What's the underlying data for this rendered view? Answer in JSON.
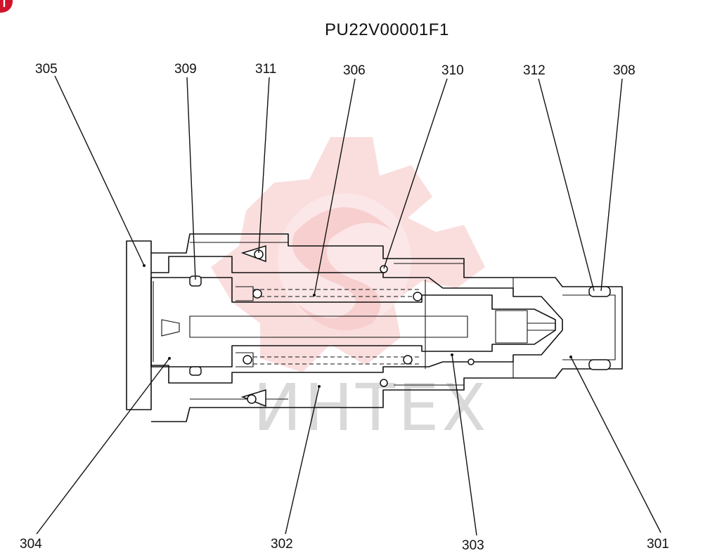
{
  "drawing": {
    "code": "PU22V00001F1",
    "watermark_text": "ИНТЕХ",
    "corner_badge_icon": "red-circle-badge-icon",
    "watermark_icon": "gear-logo-icon",
    "watermark_color": "#f2b8b8"
  },
  "callouts": [
    {
      "id": "305",
      "label": "305"
    },
    {
      "id": "309",
      "label": "309"
    },
    {
      "id": "311",
      "label": "311"
    },
    {
      "id": "306",
      "label": "306"
    },
    {
      "id": "310",
      "label": "310"
    },
    {
      "id": "312",
      "label": "312"
    },
    {
      "id": "308",
      "label": "308"
    },
    {
      "id": "304",
      "label": "304"
    },
    {
      "id": "302",
      "label": "302"
    },
    {
      "id": "303",
      "label": "303"
    },
    {
      "id": "301",
      "label": "301"
    }
  ]
}
